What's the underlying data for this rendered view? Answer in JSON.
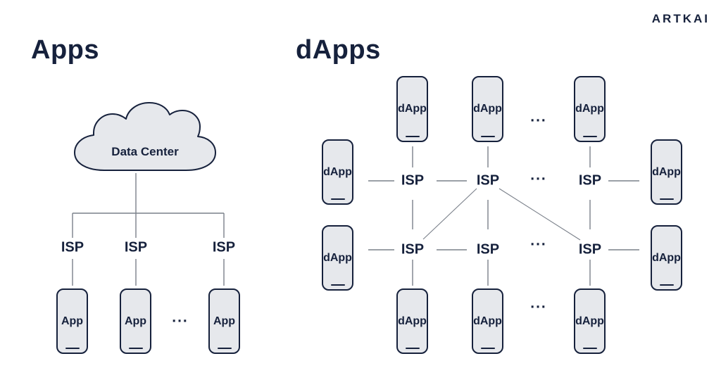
{
  "logo": "ARTKAI",
  "left_panel": {
    "title": "Apps",
    "cloud_label": "Data Center",
    "isps": [
      "ISP",
      "ISP",
      "ISP"
    ],
    "apps": [
      "App",
      "App",
      "App"
    ],
    "ellipsis": "..."
  },
  "right_panel": {
    "title": "dApps",
    "isps_row1": [
      "ISP",
      "ISP",
      "ISP"
    ],
    "isps_row2": [
      "ISP",
      "ISP",
      "ISP"
    ],
    "dapps_top": [
      "dApp",
      "dApp",
      "dApp"
    ],
    "dapps_bottom": [
      "dApp",
      "dApp",
      "dApp"
    ],
    "dapps_left": [
      "dApp",
      "dApp"
    ],
    "dapps_right": [
      "dApp",
      "dApp"
    ],
    "ellipsis_top": "...",
    "ellipsis_isp_row1": "...",
    "ellipsis_isp_row2": "...",
    "ellipsis_bottom": "..."
  },
  "colors": {
    "ink": "#16213c",
    "line": "#7a808a",
    "phone_fill": "#e6e8ec",
    "background": "#ffffff"
  }
}
